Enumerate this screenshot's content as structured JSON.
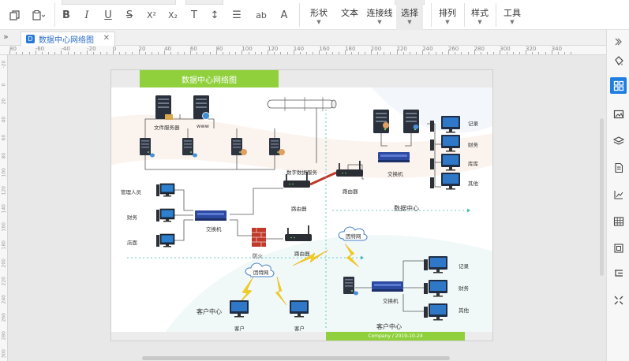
{
  "toolbar": {
    "format_buttons": [
      "B",
      "I",
      "U",
      "S",
      "X²",
      "X₂",
      "T",
      "↕",
      "☰",
      "ab",
      "A"
    ],
    "groups": [
      {
        "id": "shape",
        "label": "形状"
      },
      {
        "id": "text",
        "label": "文本"
      },
      {
        "id": "connector",
        "label": "连接线"
      },
      {
        "id": "select",
        "label": "选择"
      },
      {
        "id": "arrange",
        "label": "排列"
      },
      {
        "id": "style",
        "label": "样式"
      },
      {
        "id": "tools",
        "label": "工具"
      }
    ]
  },
  "tabs": [
    {
      "label": "数据中心网络图"
    }
  ],
  "ruler": {
    "h_labels": [
      "80",
      "-60",
      "-40",
      "-20",
      "0",
      "20",
      "40",
      "60",
      "80",
      "100",
      "120",
      "140",
      "160",
      "180",
      "200",
      "220",
      "240",
      "260",
      "280",
      "300",
      "320",
      "340"
    ],
    "v_labels": [
      "-20",
      "0",
      "20",
      "40",
      "60",
      "80",
      "100",
      "120",
      "140",
      "160",
      "180",
      "200",
      "220",
      "240",
      "260",
      "280",
      "300"
    ]
  },
  "diagram": {
    "title": "数据中心网络图",
    "footer": "Company / 2019-10-24",
    "labels": {
      "file_server": "文件服务器",
      "www": "www",
      "digital_service": "数字数据服务",
      "router_top": "路由器",
      "router_mid": "路由器",
      "router_bottom": "路由器",
      "switch_left": "交换机",
      "switch_top_right": "交换机",
      "switch_bottom_right": "交换机",
      "firewall": "防火",
      "internet_left": "因特网",
      "internet_right": "因特网",
      "data_center": "数据中心",
      "client_center_left": "客户中心",
      "client_center_right": "客户中心",
      "client_a": "客户",
      "client_b": "客户",
      "dept_mgmt": "管理人员",
      "dept_finance": "财务",
      "dept_sales": "店面",
      "tr_records": "记录",
      "tr_finance": "财务",
      "tr_warehouse": "库库",
      "tr_other": "其他",
      "br_records": "记录",
      "br_finance": "财务",
      "br_other": "其他"
    }
  },
  "colors": {
    "accent_green": "#8fd03c",
    "accent_blue": "#1f7ee0",
    "dashed_line": "#45b8b8"
  },
  "right_panel": {
    "icons": [
      "paint-bucket-icon",
      "grid-shapes-icon",
      "image-icon",
      "layers-icon",
      "page-icon",
      "chart-icon",
      "table-icon",
      "crop-icon",
      "outline-icon",
      "fit-icon"
    ]
  }
}
